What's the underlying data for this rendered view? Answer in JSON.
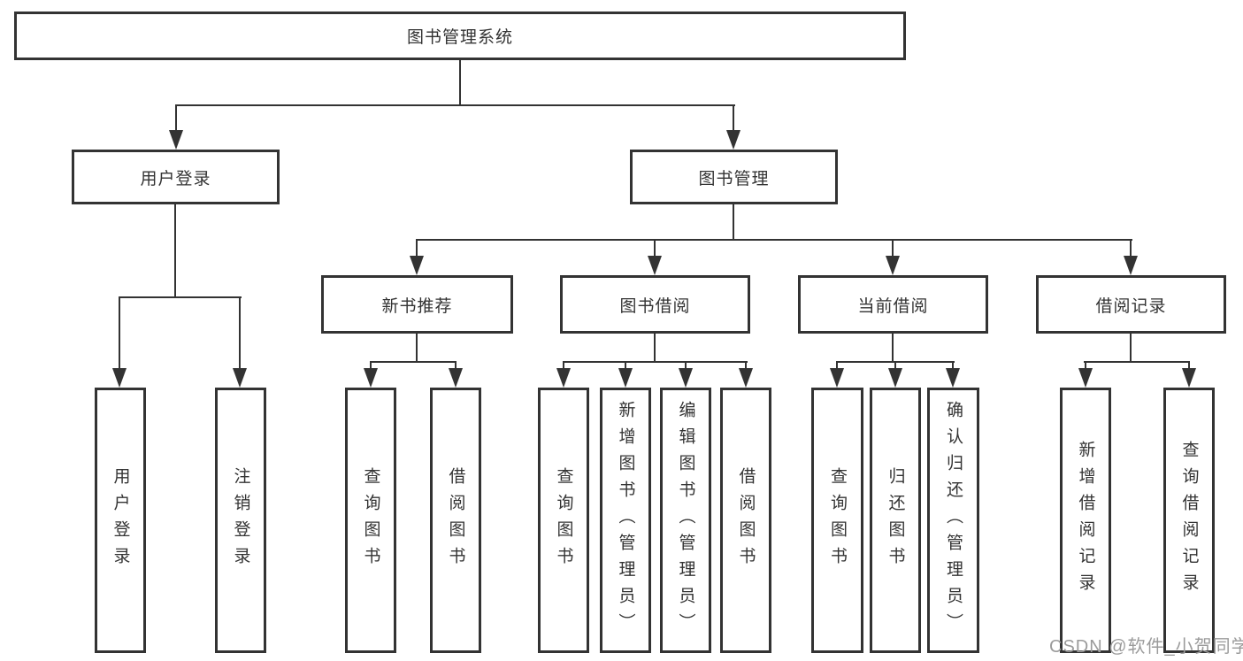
{
  "nodes": {
    "root": "图书管理系统",
    "user_login_branch": "用户登录",
    "book_management_branch": "图书管理",
    "new_book_recommendation": "新书推荐",
    "book_borrowing": "图书借阅",
    "current_borrowing": "当前借阅",
    "borrowing_records": "借阅记录",
    "leaf_user_login": "用户登录",
    "leaf_logout": "注销登录",
    "leaf_rec_query_books": "查询图书",
    "leaf_rec_borrow_books": "借阅图书",
    "leaf_bor_query_books": "查询图书",
    "leaf_bor_add_books": "新增图书（管理员）",
    "leaf_bor_edit_books": "编辑图书（管理员）",
    "leaf_bor_borrow_books": "借阅图书",
    "leaf_cur_query_books": "查询图书",
    "leaf_cur_return_books": "归还图书",
    "leaf_cur_confirm_return": "确认归还（管理员）",
    "leaf_log_add_record": "新增借阅记录",
    "leaf_log_query_record": "查询借阅记录"
  },
  "watermark": "CSDN @软件_小贺同学",
  "colors": {
    "line": "#333333",
    "box_border": "#333333",
    "text": "#333333",
    "watermark": "#9b9b9b",
    "background": "#ffffff"
  }
}
